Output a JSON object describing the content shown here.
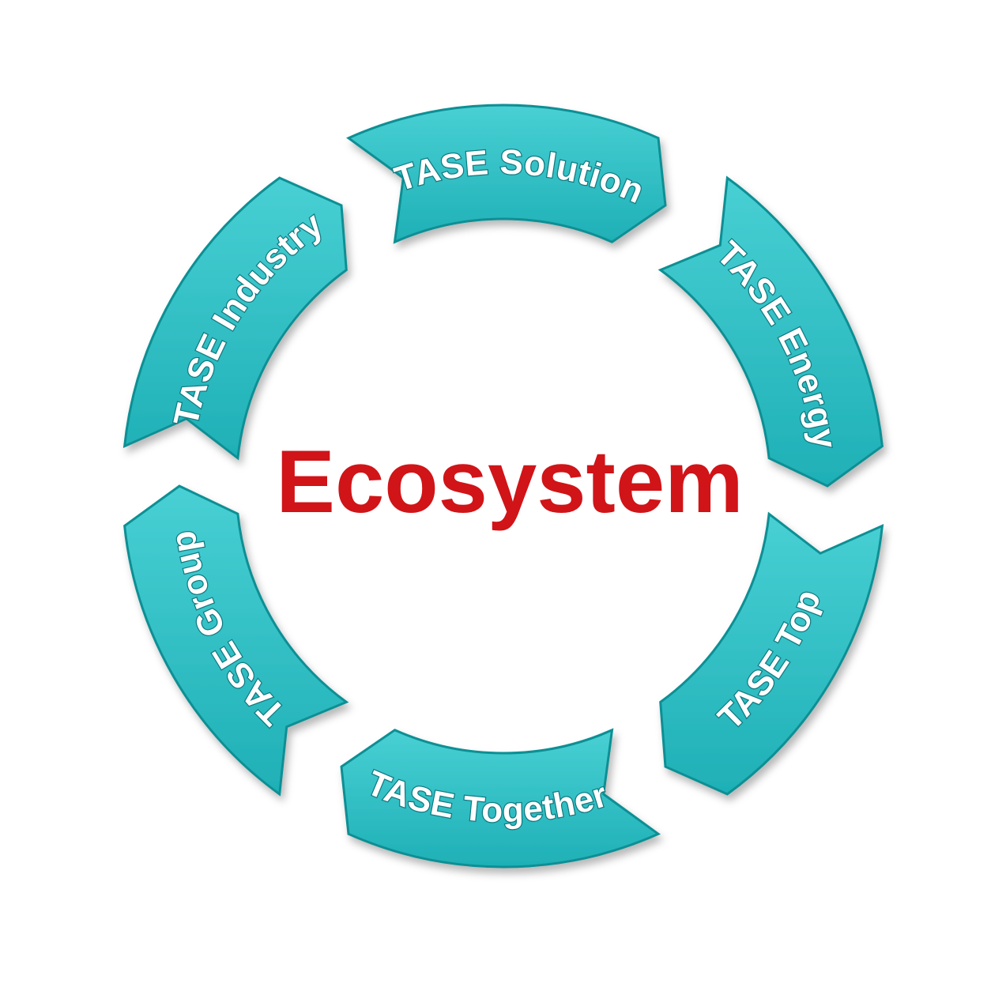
{
  "diagram": {
    "center_title": "Ecosystem",
    "segments": [
      {
        "id": "solution",
        "label": "TASE Solution"
      },
      {
        "id": "energy",
        "label": "TASE Energy"
      },
      {
        "id": "top",
        "label": "TASE Top"
      },
      {
        "id": "together",
        "label": "TASE Together"
      },
      {
        "id": "group",
        "label": "TASE Group"
      },
      {
        "id": "industry",
        "label": "TASE Industry"
      }
    ],
    "colors": {
      "segment_fill": "#2bbfc4",
      "segment_edge": "#0f8f94",
      "label_text": "#ffffff",
      "center_text": "#d01418",
      "background": "#ffffff"
    }
  }
}
